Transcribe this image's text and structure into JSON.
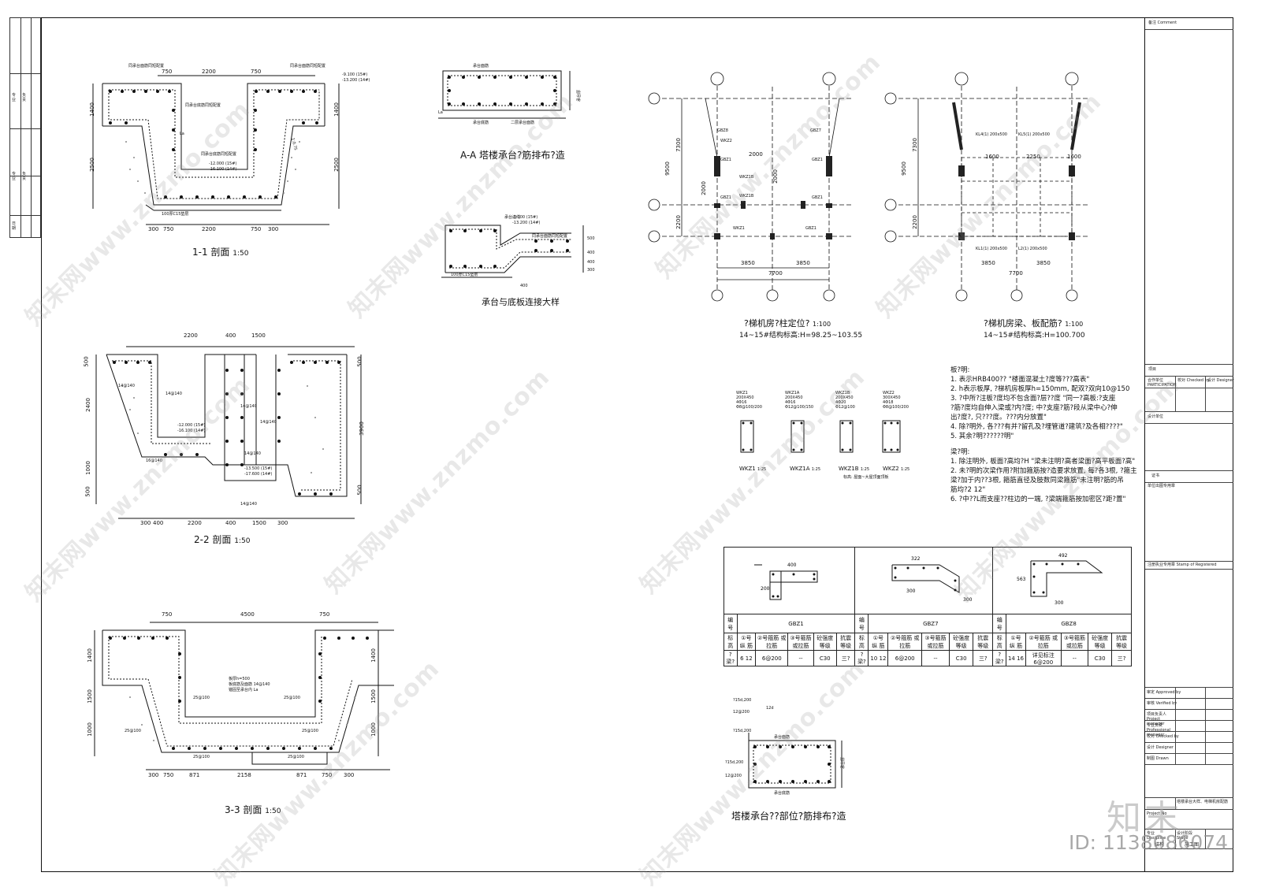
{
  "watermarks": [
    "知末网www.znzmo.com"
  ],
  "brand_logo": "知末",
  "image_id": "ID: 1138086074",
  "left_title_block": {
    "cells": [
      "专业",
      "负责",
      "专业",
      "负责",
      "日期"
    ]
  },
  "right_title_block": {
    "remarks": "备注 Comment",
    "project": "项目",
    "contractor_label": "合作单位",
    "contractor_en": "PARTICIPATION",
    "checked_by": "校对 Checked by",
    "designer": "设计 Designer",
    "drawn": "制图 Drawn",
    "design_unit": "设计单位",
    "cert": "证书",
    "cert_sub": "单位出图专用章",
    "stamp": "注册执业专用章 Stamp of Registered",
    "signoffs": [
      "审定 Approved by",
      "审核 Verified by",
      "项目负责人 Project manager",
      "专业负责 Professional manager",
      "校对 Checked by",
      "设计 Designer",
      "制图 Drawn"
    ],
    "drawing_title": "塔楼承台大样、电梯机房配筋",
    "project_no": "Project No",
    "discipline": "专业 Discipline",
    "discipline_val": "结构",
    "stage": "设计阶段 Stage",
    "stage_val": "施工图"
  },
  "sections": {
    "s11": {
      "title": "1-1  剖面",
      "scale": "1:50"
    },
    "s22": {
      "title": "2-2  剖面",
      "scale": "1:50"
    },
    "s33": {
      "title": "3-3  剖面",
      "scale": "1:50"
    },
    "aa": {
      "title": "A-A  塔楼承台?筋排布?造"
    },
    "conn": {
      "title": "承台与底板连接大样"
    },
    "tower": {
      "title": "塔楼承台??部位?筋排布?造"
    }
  },
  "s11_dims": {
    "top": [
      "750",
      "2200",
      "750"
    ],
    "bottom": [
      "300",
      "750",
      "2200",
      "750",
      "300"
    ],
    "left": [
      "1400",
      "2500"
    ],
    "right": [
      "1400",
      "2500"
    ],
    "elev_top": "-9.100 (15#)",
    "elev_top2": "-13.200 (14#)",
    "elev_mid": "-12.000 (15#)",
    "elev_mid2": "-16.100 (14#)",
    "pad": "100厚C15垫层",
    "slope": "1:0.75",
    "rebar_note": "同承台面筋同短配置",
    "rebar_note2": "同承台底筋同短配置",
    "lap": "La"
  },
  "s22_dims": {
    "top": [
      "2200",
      "400",
      "1500"
    ],
    "bottom": [
      "300",
      "400",
      "2200",
      "400",
      "1500",
      "300"
    ],
    "left": [
      "500",
      "2400",
      "1000",
      "500"
    ],
    "right": [
      "500",
      "3900",
      "500"
    ],
    "bars": [
      "14@140",
      "14@140",
      "14@140",
      "14@140",
      "14@140",
      "16@140",
      "14@140"
    ],
    "elev_mid": "-12.000 (15#)",
    "elev_mid2": "-16.100 (14#)",
    "elev_low": "-13.500 (15#)",
    "elev_low2": "-17.600 (14#)"
  },
  "s33_dims": {
    "top": [
      "750",
      "4500",
      "750"
    ],
    "bottom": [
      "300",
      "750",
      "871",
      "2158",
      "871",
      "750",
      "300"
    ],
    "left": [
      "1400",
      "1500",
      "1000"
    ],
    "right": [
      "1400",
      "1500",
      "1000"
    ],
    "bars": [
      "25@100",
      "25@100",
      "25@100",
      "25@100",
      "25@100",
      "25@100"
    ],
    "note1": "板厚h=500",
    "note2": "板底筋及面筋 14@140",
    "note3": "锚固至承台内 La"
  },
  "plan1": {
    "title": "?梯机房?柱定位?",
    "scale": "1:100",
    "subtitle": "14~15#结构标高:H=98.25~103.55",
    "dims": [
      "3850",
      "3850",
      "7700",
      "2000",
      "2000",
      "2000",
      "7300",
      "9500",
      "2200"
    ],
    "cols": [
      "GBZ8",
      "GBZ7",
      "GBZ1",
      "WKZ1B",
      "WKZ1B",
      "WKZ1",
      "GBZ1",
      "GBZ1",
      "GBZ1",
      "GBZ1",
      "WKZ2"
    ]
  },
  "plan2": {
    "title": "?梯机房梁、板配筋?",
    "scale": "1:100",
    "subtitle": "14~15#结构标高:H=100.700",
    "dims": [
      "1600",
      "2250",
      "1600",
      "3850",
      "3850",
      "7700",
      "7300",
      "9500",
      "2200"
    ],
    "beams": [
      "KL4(1) 200x500",
      "KL5(1) 200x500",
      "KL1(1) 200x500",
      "L2(1) 200x500"
    ]
  },
  "columns": {
    "items": [
      {
        "name": "WKZ1",
        "size": "200X450",
        "bars": "4Φ16",
        "stir": "Φ8@100/200",
        "scale": "1:25"
      },
      {
        "name": "WKZ1A",
        "size": "200X450",
        "bars": "4Φ16",
        "stir": "Φ12@100/150",
        "scale": "1:25"
      },
      {
        "name": "WKZ1B",
        "size": "200X450",
        "bars": "4Φ20",
        "stir": "Φ12@100",
        "scale": "1:25"
      },
      {
        "name": "WKZ2",
        "size": "300X450",
        "bars": "4Φ18",
        "stir": "Φ8@100/200",
        "scale": "1:25"
      }
    ],
    "note": "标高: 屋面~大屋顶面顶板"
  },
  "notes": {
    "board_title": "板?明:",
    "board": [
      "1. 表示HRB400?? \"楼面混凝土?度等???高表\"",
      "2. h表示板厚, ?梯机房板厚h=150mm, 配双?双向10@150",
      "3. ?中所?注板?度均不包含面?层??度 \"同一?高板:?支座",
      "   ?筋?度均自伸入梁或?内?度; 中?支座?筋?段从梁中心?伸",
      "   出?度?, 只???度。???内分放置\"",
      "4. 除?明外, 各???有并?留孔及?埋管道?建筑?及各相????\"",
      "5. 其余?明??????明\""
    ],
    "beam_title": "梁?明:",
    "beam": [
      "1. 除注明外, 板面?高均?H \"梁未注明?高者梁面?高平板面?高\"",
      "2. 未?明的次梁作用?附加箍筋按?造要求放置, 每?各3根, ?箍主",
      "   梁?加于内??3根, 箍筋直径及肢数同梁箍筋\"未注明?筋的吊",
      "   筋均?2 12\"",
      "6. ?中??L而支座??柱边的一端, ?梁端箍筋按加密区?距?置\""
    ]
  },
  "gbz_table": {
    "hdr_label": "编  号",
    "groups": [
      "GBZ1",
      "GBZ7",
      "GBZ8"
    ],
    "sub": [
      "标 高",
      "①号\n纵 筋",
      "②号箍筋\n或拉筋",
      "③号箍筋\n或拉筋",
      "砼强度\n等级",
      "抗震\n等级"
    ],
    "rows": [
      [
        "?梁?",
        "6 12",
        "6@200",
        "--",
        "C30",
        "三?"
      ],
      [
        "?梁?",
        "10 12",
        "6@200",
        "--",
        "C30",
        "三?"
      ],
      [
        "?梁?",
        "14 16",
        "详见标注\n6@200",
        "--",
        "C30",
        "三?"
      ]
    ],
    "draw_dims": {
      "gbz1": [
        "400",
        "200"
      ],
      "gbz7": [
        "322",
        "300",
        "300"
      ],
      "gbz8": [
        "492",
        "563",
        "300"
      ]
    }
  },
  "aa_labels": {
    "top": "承台面筋",
    "bot": "承台底筋",
    "bot2": "二层承台面筋",
    "dim": "承台厚",
    "lap": "La"
  },
  "conn_labels": {
    "elev1": "-9.100 (15#)",
    "elev2": "-13.200 (14#)",
    "pad": "100厚C15垫层",
    "dims": [
      "500",
      "400",
      "400",
      "300",
      "400"
    ],
    "note": "同承台面筋同短配置",
    "edge": "承台边线"
  },
  "tower_labels": {
    "top1": "?15d,200",
    "top2": "12@200",
    "mid": "12d",
    "mid2": "?15d,200",
    "top": "承台面筋",
    "bot": "承台底筋",
    "left": "?15d,200",
    "left2": "12@200",
    "dim": "承台厚"
  }
}
